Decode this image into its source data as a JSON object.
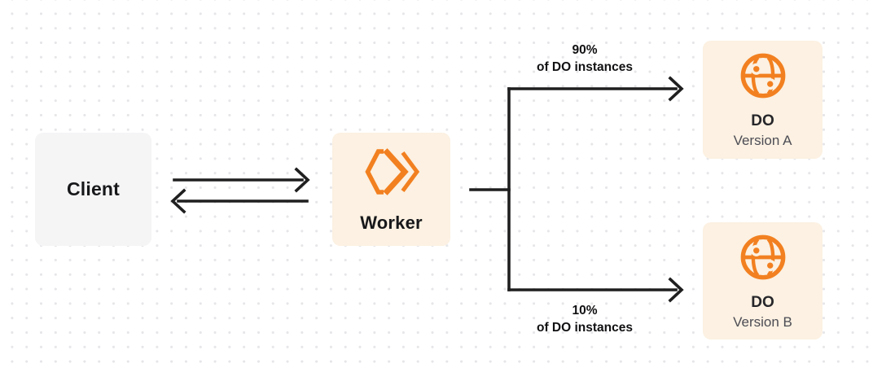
{
  "canvas": {
    "background": "#ffffff",
    "dot_color": "#e6e6e9"
  },
  "colors": {
    "accent_orange": "#f28020",
    "node_cream": "#fcf1e2",
    "node_gray": "#f5f5f6",
    "connector_dark": "#1f1f1f",
    "text_primary": "#17181a",
    "text_secondary": "#4d4d55"
  },
  "nodes": {
    "client": {
      "label": "Client"
    },
    "worker": {
      "label": "Worker",
      "icon": "workers-icon"
    },
    "do_a": {
      "title": "DO",
      "subtitle": "Version A",
      "icon": "globe-icon"
    },
    "do_b": {
      "title": "DO",
      "subtitle": "Version B",
      "icon": "globe-icon"
    }
  },
  "edges": {
    "client_worker": {
      "type": "bidirectional-arrows"
    },
    "top_branch": {
      "percent": "90%",
      "caption": "of DO instances",
      "target": "DO Version A"
    },
    "bottom_branch": {
      "percent": "10%",
      "caption": "of DO instances",
      "target": "DO Version B"
    }
  }
}
